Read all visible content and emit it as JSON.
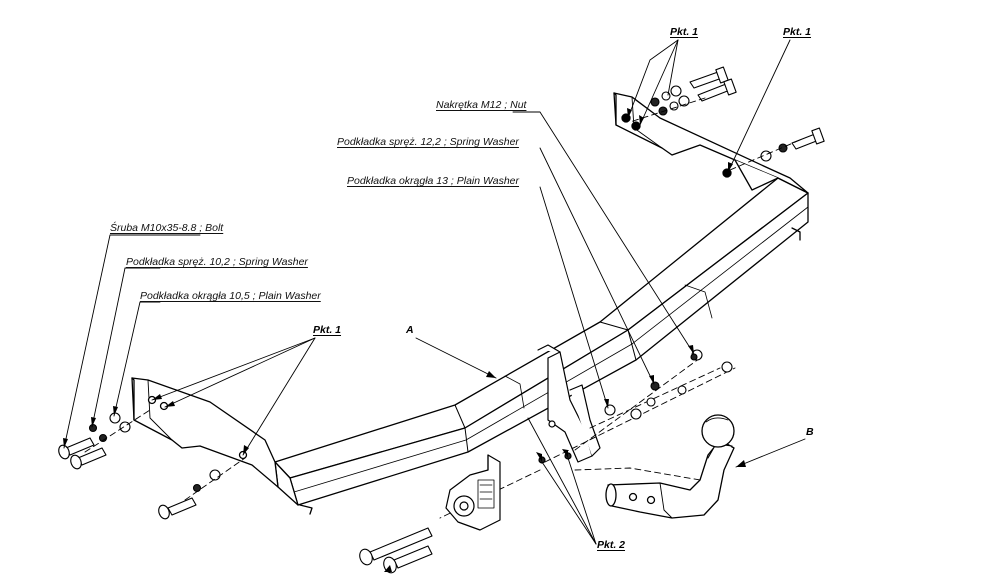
{
  "labels": {
    "pkt1_top_left": "Pkt. 1",
    "pkt1_top_right": "Pkt. 1",
    "pkt1_mid": "Pkt. 1",
    "pkt2": "Pkt. 2",
    "nut": "Nakrętka  M12 ; Nut",
    "spring_washer_12": "Podkładka spręż. 12,2 ; Spring Washer",
    "plain_washer_13": "Podkładka okrągła 13 ; Plain Washer",
    "bolt": "Śruba M10x35-8.8   ;  Bolt",
    "spring_washer_10": "Podkładka spręż. 10,2 ; Spring Washer",
    "plain_washer_10": "Podkładka okrągła 10,5 ; Plain Washer",
    "part_a": "A",
    "part_b": "B"
  }
}
